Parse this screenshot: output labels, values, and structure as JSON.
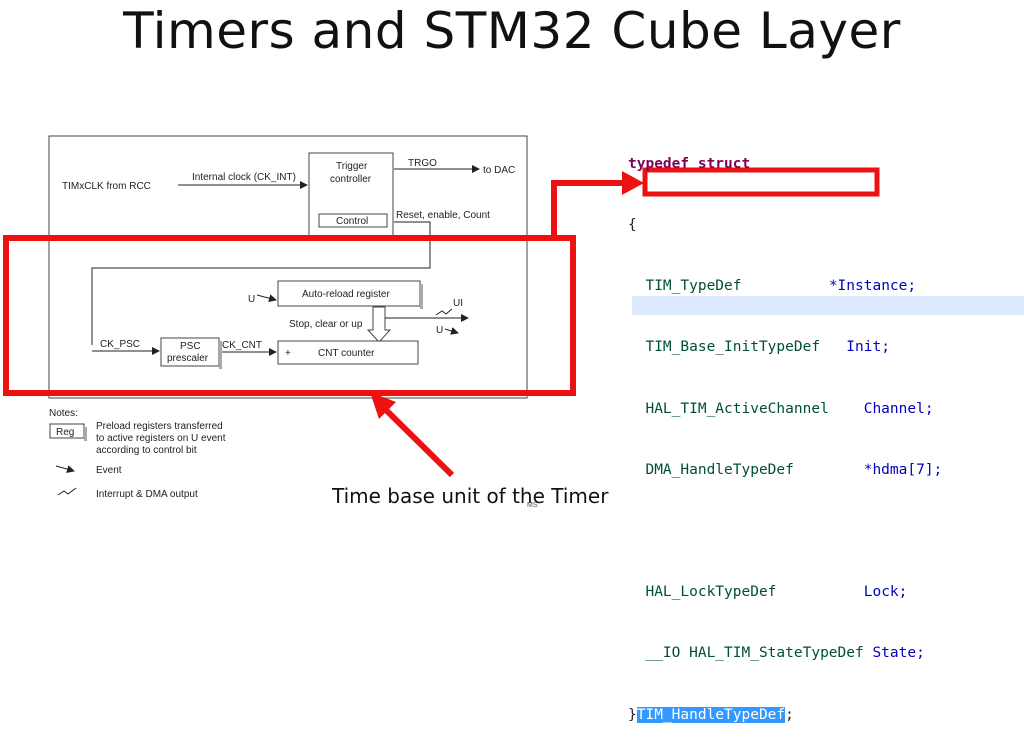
{
  "title": "Timers and STM32 Cube Layer",
  "caption": "Time base unit of the Timer",
  "footer_mark": "MS",
  "diagram": {
    "clk_source": "TIMxCLK from RCC",
    "internal_clock": "Internal clock (CK_INT)",
    "trigger_controller": [
      "Trigger",
      "controller"
    ],
    "trgo": "TRGO",
    "to_dac": "to DAC",
    "control": "Control",
    "reset_enable": "Reset, enable, Count",
    "u_in": "U",
    "auto_reload": "Auto-reload register",
    "ui": "UI",
    "stop_clear": "Stop, clear or up",
    "u_out": "U",
    "ck_psc": "CK_PSC",
    "psc": [
      "PSC",
      "prescaler"
    ],
    "ck_cnt": "CK_CNT",
    "plus": "+",
    "cnt_counter": "CNT counter",
    "notes": {
      "heading": "Notes:",
      "reg": "Reg",
      "reg_desc": [
        "Preload registers transferred",
        "to active registers on U event",
        "according to control bit"
      ],
      "event": "Event",
      "interrupt": "Interrupt & DMA output"
    }
  },
  "code": {
    "typedef": "typedef",
    "struct": "struct",
    "open": "{",
    "members": [
      {
        "type": "TIM_TypeDef",
        "field": "*Instance;"
      },
      {
        "type": "TIM_Base_InitTypeDef",
        "field": "Init;"
      },
      {
        "type": "HAL_TIM_ActiveChannel",
        "field": "Channel;"
      },
      {
        "type": "DMA_HandleTypeDef",
        "field": "*hdma[7];"
      },
      {
        "type": "",
        "field": ""
      },
      {
        "type": "HAL_LockTypeDef",
        "field": "Lock;"
      },
      {
        "type": "__IO HAL_TIM_StateTypeDef",
        "field": "State;"
      }
    ],
    "close": "}",
    "name": "TIM_HandleTypeDef",
    "semicolon": ";"
  },
  "colors": {
    "highlight_red": "#ee1111",
    "selection": "#3399ff"
  }
}
